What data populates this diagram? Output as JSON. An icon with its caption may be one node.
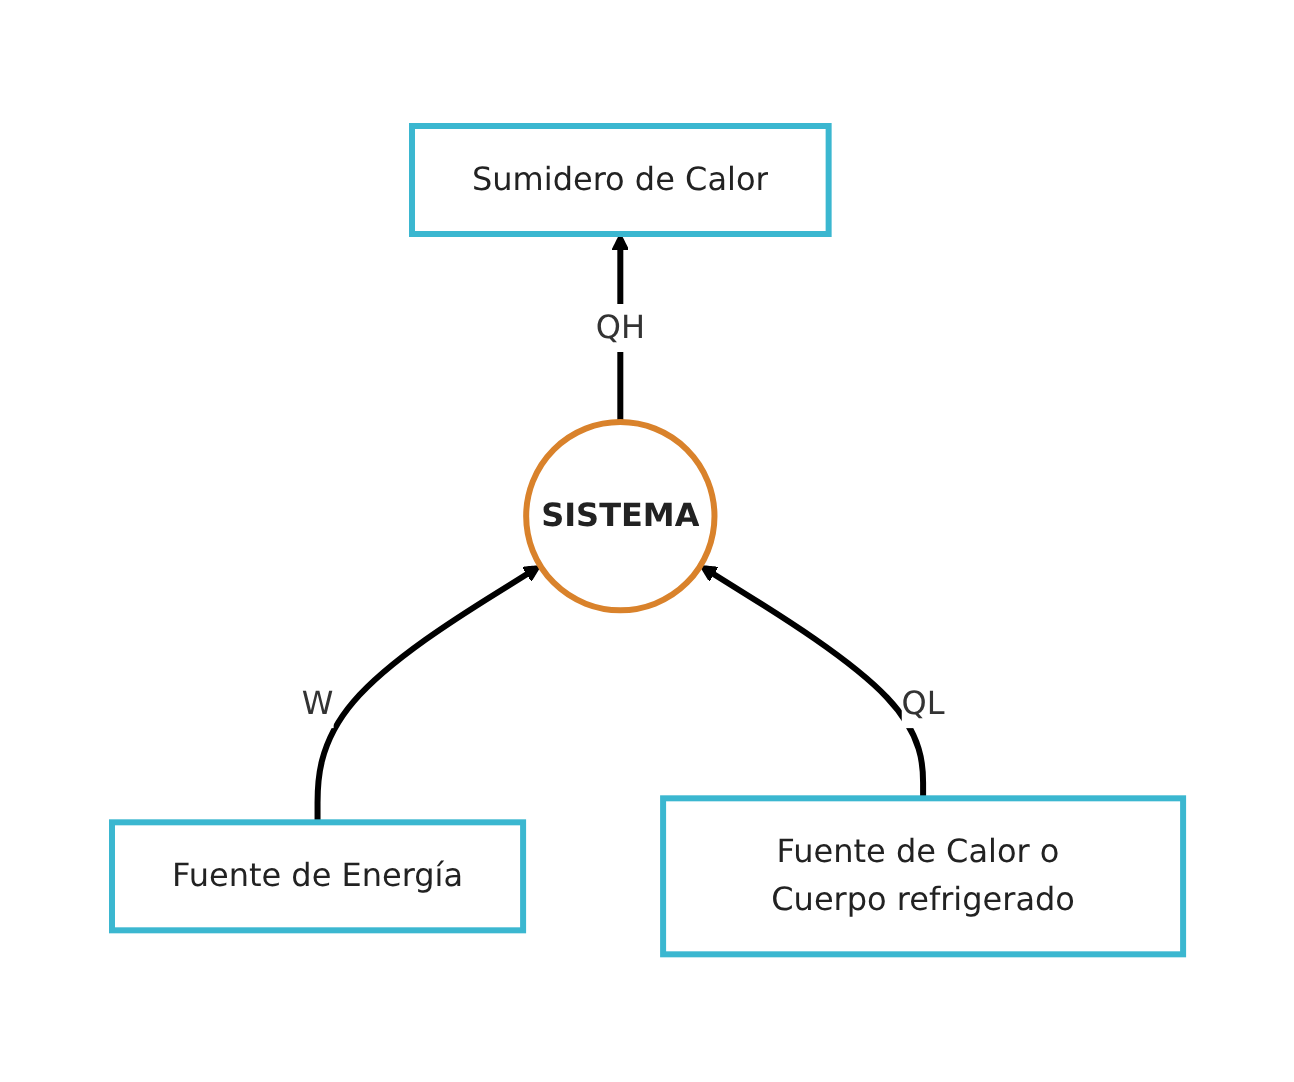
{
  "diagram": {
    "nodes": [
      {
        "text": [
          "Sumidero de Calor"
        ]
      },
      {
        "text": [
          "SISTEMA"
        ]
      },
      {
        "text": [
          "Fuente de Energía"
        ]
      },
      {
        "text": [
          "Fuente de Calor o Cuerpo refrigerado"
        ]
      }
    ],
    "edges": [
      {
        "from": 1,
        "to": 0,
        "arrow": "to",
        "label": "QH"
      },
      {
        "from": 2,
        "to": 1,
        "arrow": "to",
        "label": "W"
      },
      {
        "from": 3,
        "to": 1,
        "arrow": "to",
        "label": "QL"
      }
    ]
  }
}
